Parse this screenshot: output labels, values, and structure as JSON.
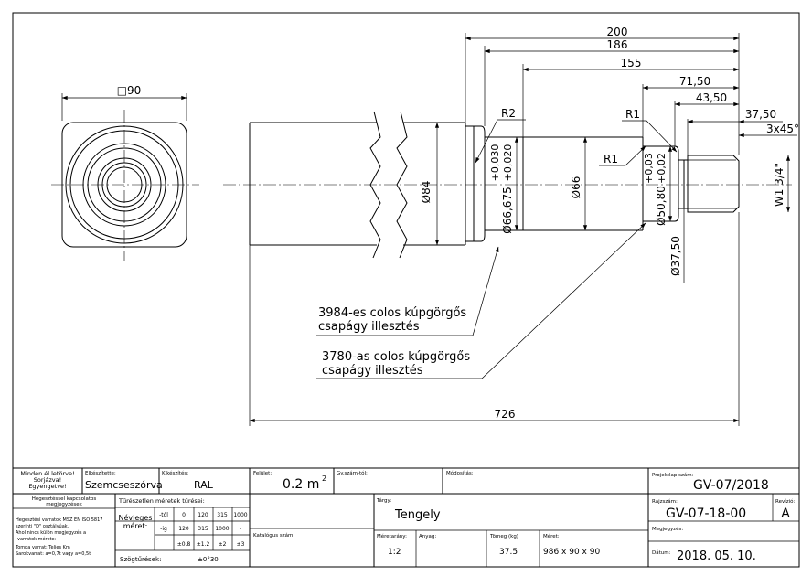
{
  "dimensions": {
    "square": "□90",
    "d200": "200",
    "d186": "186",
    "d155": "155",
    "d71_50": "71,50",
    "d43_50": "43,50",
    "d37_50": "37,50",
    "chamfer": "3x45°",
    "r2": "R2",
    "r1_top": "R1",
    "r1_mid": "R1",
    "dia84": "Ø84",
    "dia66_675": "Ø66,675",
    "tol_66_675_upper": "+0,030",
    "tol_66_675_lower": "+0,020",
    "dia66": "Ø66",
    "dia50_80": "Ø50,80",
    "tol_50_80_upper": "+0,03",
    "tol_50_80_lower": "+0,02",
    "dia37_50": "Ø37,50",
    "thread": "W1 3/4\"",
    "d726": "726",
    "m2_sup": "2"
  },
  "notes": {
    "note1_line1": "3984-es colos kúpgörgős",
    "note1_line2": "csapágy illesztés",
    "note2_line1": "3780-as colos kúpgörgős",
    "note2_line2": "csapágy illesztés"
  },
  "title_block": {
    "minden_line1": "Minden él letörve!",
    "minden_line2": "Sorjázva!",
    "minden_line3": "Egyengetve!",
    "keszitette_label": "Elkészítette:",
    "keszitette_value": "Szemcseszórva",
    "kikeszites_label": "Kikészítés:",
    "kikeszites_value": "RAL",
    "felulet_label": "Felület:",
    "felulet_value": "0.2  m",
    "gyszam_label": "Gy.szám-tól:",
    "modositas_label": "Módosítás:",
    "projekt_label": "Projektlap szám:",
    "projekt_value": "GV-07/2018",
    "hegeszt_title_1": "Hegesztéssel kapcsolatos",
    "hegeszt_title_2": "megjegyzések",
    "hegeszt_l1": "Hegesztési varratok MSZ EN ISO 5817",
    "hegeszt_l2": "szerinti \"D\" osztályúak.",
    "hegeszt_l3": "Ahol nincs külön megjegyzés a",
    "hegeszt_l4": "varratok mérete:",
    "hegeszt_l5": "Tompa varrat: Teljes Km",
    "hegeszt_l6": "Sarokvarrat: a=0,7t vagy a=0,5t",
    "tures_title": "Tűrészetlen méretek tűrései:",
    "neveleges_label_1": "Névleges",
    "neveleges_label_2": "méret:",
    "tol_tol": "-tól",
    "tol_ig": "-ig",
    "tol_row1": [
      "0",
      "120",
      "315",
      "1000"
    ],
    "tol_row2": [
      "120",
      "315",
      "1000",
      "-"
    ],
    "tol_row3": [
      "±0.8",
      "±1.2",
      "±2",
      "±3"
    ],
    "szogtures_label": "Szögtűrések:",
    "szogtures_value": "±0°30'",
    "katalogus_label": "Katalógus szám:",
    "targy_label": "Tárgy:",
    "targy_value": "Tengely",
    "rajzszam_label": "Rajzszám:",
    "rajzszam_value": "GV-07-18-00",
    "revizio_label": "Revízió:",
    "revizio_value": "A",
    "megjegyzes_label": "Megjegyzés:",
    "meretarany_label": "Méretarány:",
    "meretarany_value": "1:2",
    "anyag_label": "Anyag:",
    "tomeg_label": "Tömeg (kg)",
    "tomeg_value": "37.5",
    "meret_label": "Méret:",
    "meret_value": "986 x 90 x 90",
    "datum_label": "Dátum:",
    "datum_value": "2018. 05. 10."
  }
}
